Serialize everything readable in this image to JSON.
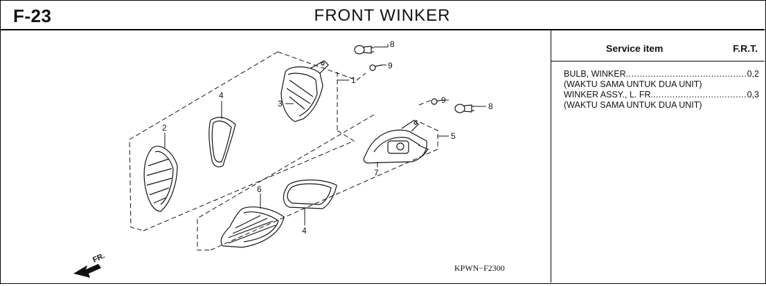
{
  "header": {
    "code": "F-23",
    "title": "FRONT WINKER"
  },
  "service": {
    "col_item": "Service item",
    "col_frt": "F.R.T.",
    "rows": [
      {
        "label": "BULB, WINKER",
        "value": "0,2",
        "note": "(WAKTU SAMA UNTUK DUA UNIT)"
      },
      {
        "label": "WINKER ASSY., L. FR.",
        "value": "0,3",
        "note": "(WAKTU SAMA UNTUK DUA UNIT)"
      }
    ]
  },
  "diagram": {
    "callouts": [
      "1",
      "2",
      "3",
      "4",
      "4",
      "5",
      "6",
      "7",
      "8",
      "8",
      "9",
      "9"
    ],
    "front_mark": "FR.",
    "ref_code": "KPWN−F2300"
  }
}
